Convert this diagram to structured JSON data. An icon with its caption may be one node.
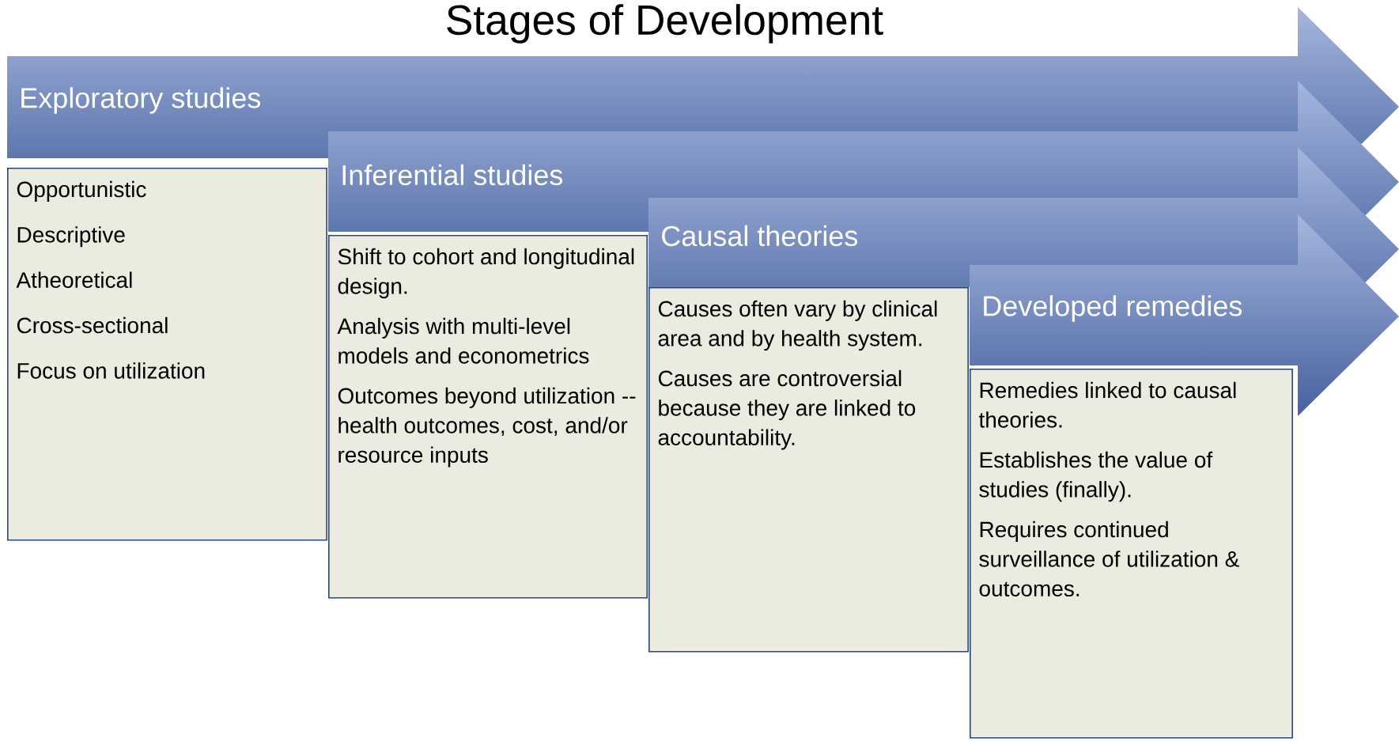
{
  "diagram": {
    "title": "Stages of Development",
    "nodes": [
      {
        "text": [
          "Exploratory studies"
        ]
      },
      {
        "text": [
          "Opportunistic",
          "Descriptive",
          "Atheoretical",
          "Cross-sectional",
          "Focus on utilization"
        ]
      },
      {
        "text": [
          "Inferential studies"
        ]
      },
      {
        "text": [
          "Shift to cohort and longitudinal design.",
          "Analysis with multi-level models and econometrics",
          "Outcomes beyond utilization -- health outcomes, cost, and/or resource inputs"
        ]
      },
      {
        "text": [
          "Causal theories"
        ]
      },
      {
        "text": [
          "Causes often vary by clinical area and by health system.",
          "Causes are controversial because they are linked to accountability."
        ]
      },
      {
        "text": [
          "Developed remedies"
        ]
      },
      {
        "text": [
          "Remedies linked to causal theories.",
          "Establishes the value of studies (finally).",
          "Requires continued surveillance of utilization & outcomes."
        ]
      }
    ]
  }
}
